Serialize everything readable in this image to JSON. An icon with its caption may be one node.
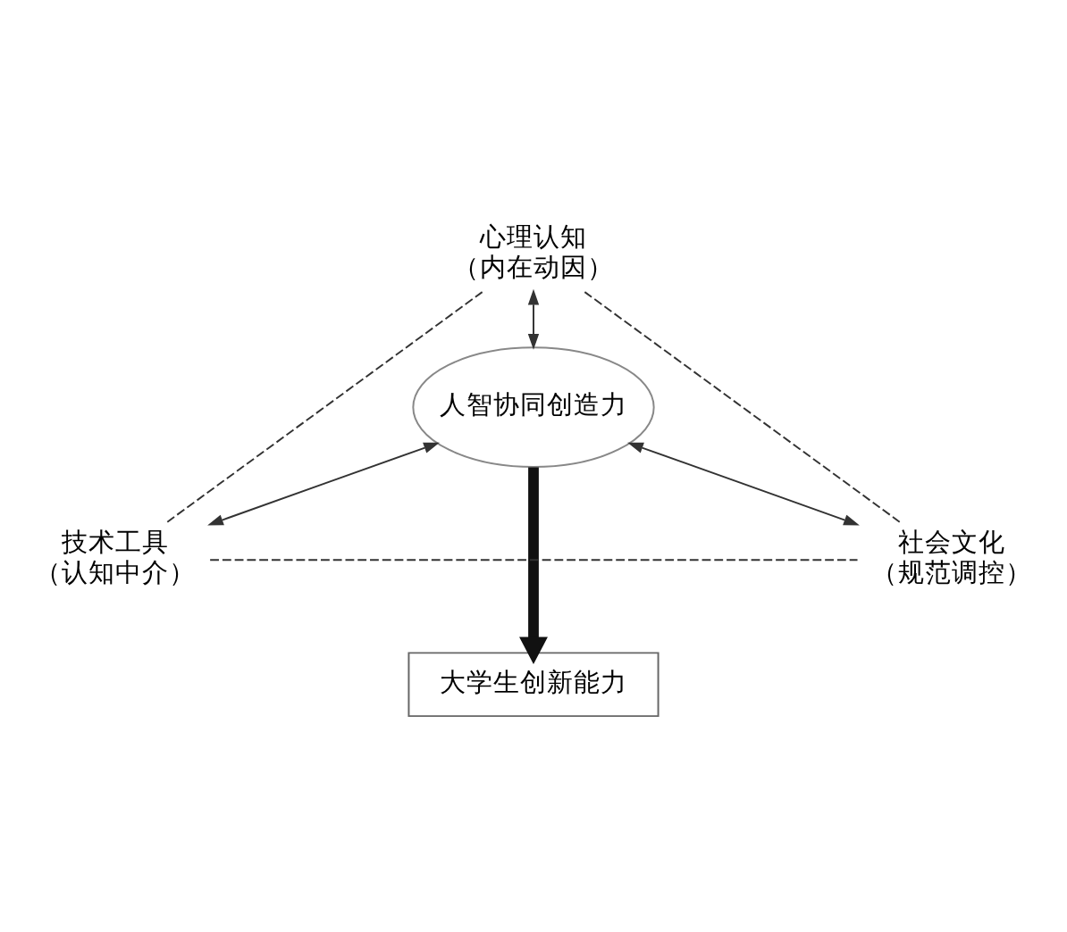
{
  "diagram": {
    "nodes": [
      {
        "text": [
          "心理认知",
          "（内在动因）"
        ]
      },
      {
        "text": [
          "人智协同创造力"
        ]
      },
      {
        "text": [
          "技术工具",
          "（认知中介）"
        ]
      },
      {
        "text": [
          "社会文化",
          "（规范调控）"
        ]
      },
      {
        "text": [
          "大学生创新能力"
        ]
      }
    ],
    "edges": [
      {
        "from": 0,
        "to": 2,
        "arrow": "none",
        "style": "dashed"
      },
      {
        "from": 0,
        "to": 3,
        "arrow": "none",
        "style": "dashed"
      },
      {
        "from": 0,
        "to": 1,
        "arrow": "both"
      },
      {
        "from": 1,
        "to": 2,
        "arrow": "both"
      },
      {
        "from": 1,
        "to": 3,
        "arrow": "both"
      },
      {
        "from": 2,
        "to": 3,
        "arrow": "none",
        "style": "dashed"
      },
      {
        "from": 1,
        "to": 4,
        "arrow": "to",
        "style": "thick"
      }
    ]
  }
}
